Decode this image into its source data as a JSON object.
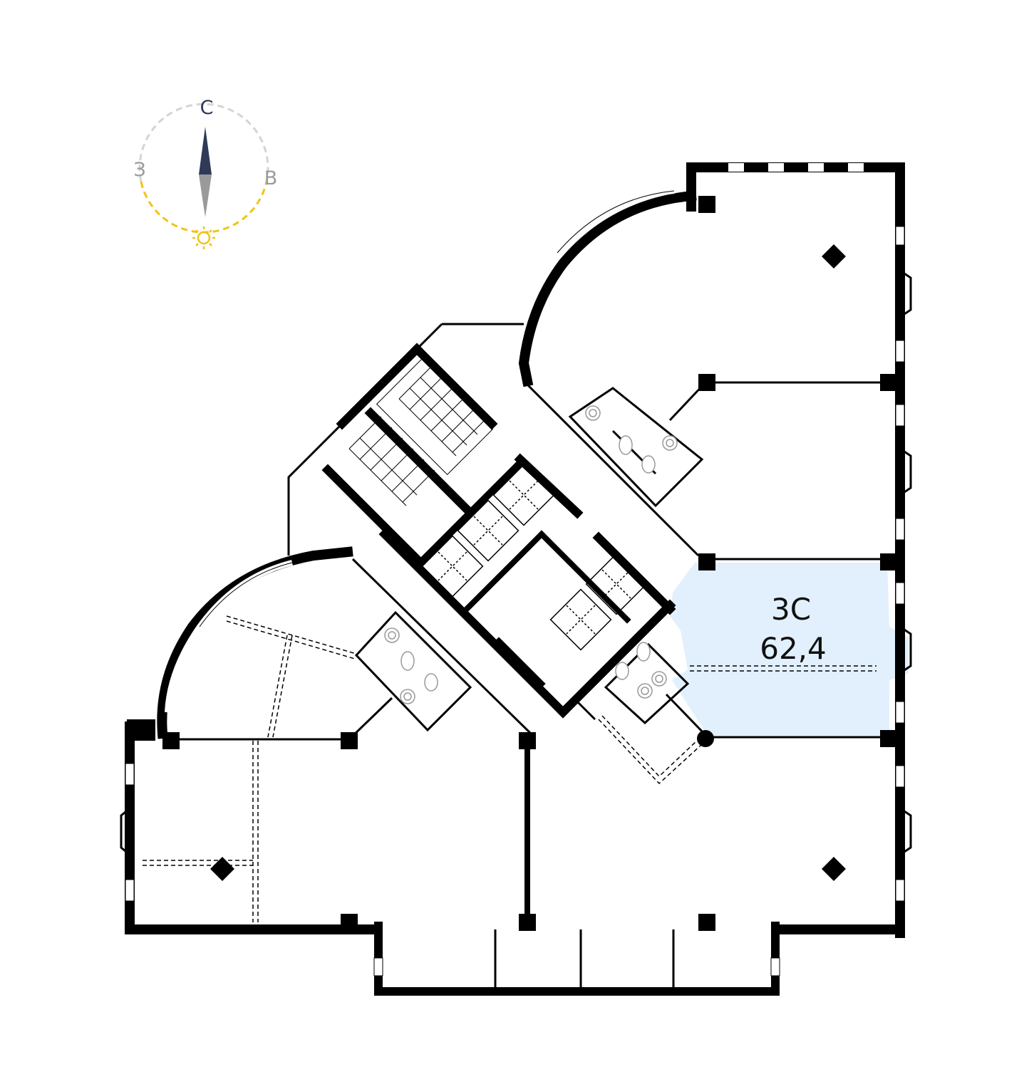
{
  "compass": {
    "north": "С",
    "west": "З",
    "east": "В",
    "colors": {
      "needle_north": "#2e3a57",
      "needle_south": "#9a9a9a",
      "ring": "#d4d4d4",
      "sun": "#f0c419",
      "north_label": "#2e3a57",
      "side_label": "#9a9a9a"
    }
  },
  "unit": {
    "name": "3С",
    "area": "62,4",
    "highlight_color": "#e1f0fc"
  }
}
